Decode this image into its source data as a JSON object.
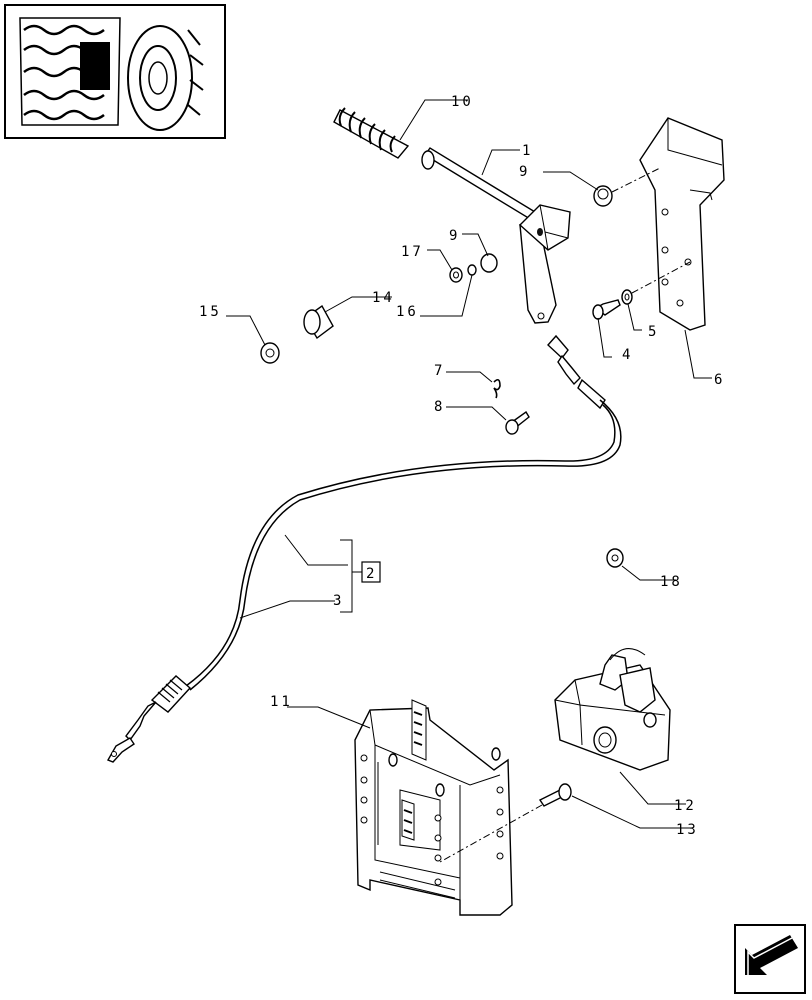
{
  "callouts": {
    "c1": "1",
    "c2_ref": "2",
    "c3": "3",
    "c4": "4",
    "c5": "5",
    "c6": "6",
    "c7": "7",
    "c8": "8",
    "c9a": "9",
    "c9b": "9",
    "c10": "10",
    "c11": "11",
    "c12": "12",
    "c13": "13",
    "c14": "14",
    "c15": "15",
    "c16": "16",
    "c17": "17",
    "c18": "18"
  },
  "icons": {
    "thumbnail": "tractor-wheel-thumbnail",
    "nav": "next-page-arrow-icon"
  }
}
